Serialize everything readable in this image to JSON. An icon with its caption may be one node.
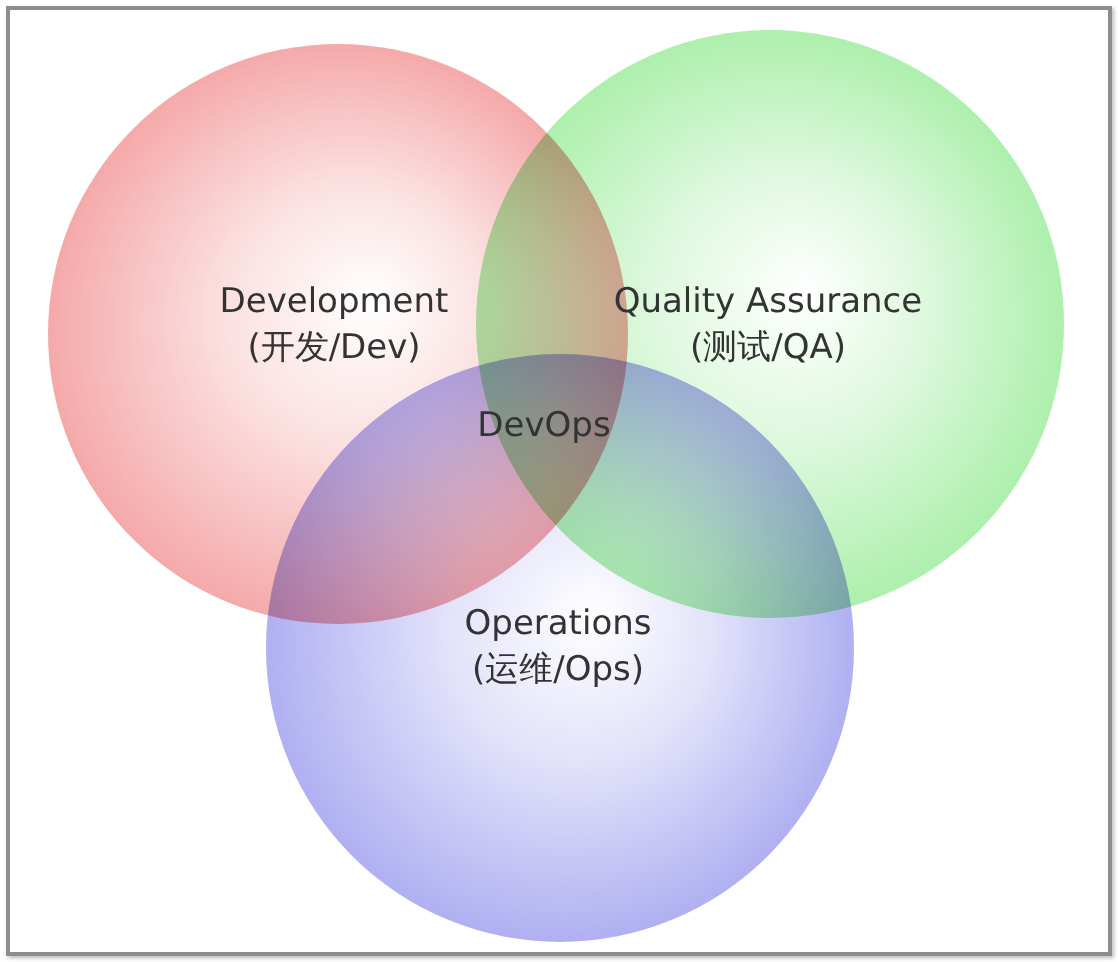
{
  "diagram": {
    "nodes": [
      {
        "text": [
          "Development",
          "(开发/Dev)"
        ]
      },
      {
        "text": [
          "Quality Assurance",
          "(测试/QA)"
        ]
      },
      {
        "text": [
          "Operations",
          "(运维/Ops)"
        ]
      }
    ],
    "labels": [
      "DevOps"
    ]
  }
}
